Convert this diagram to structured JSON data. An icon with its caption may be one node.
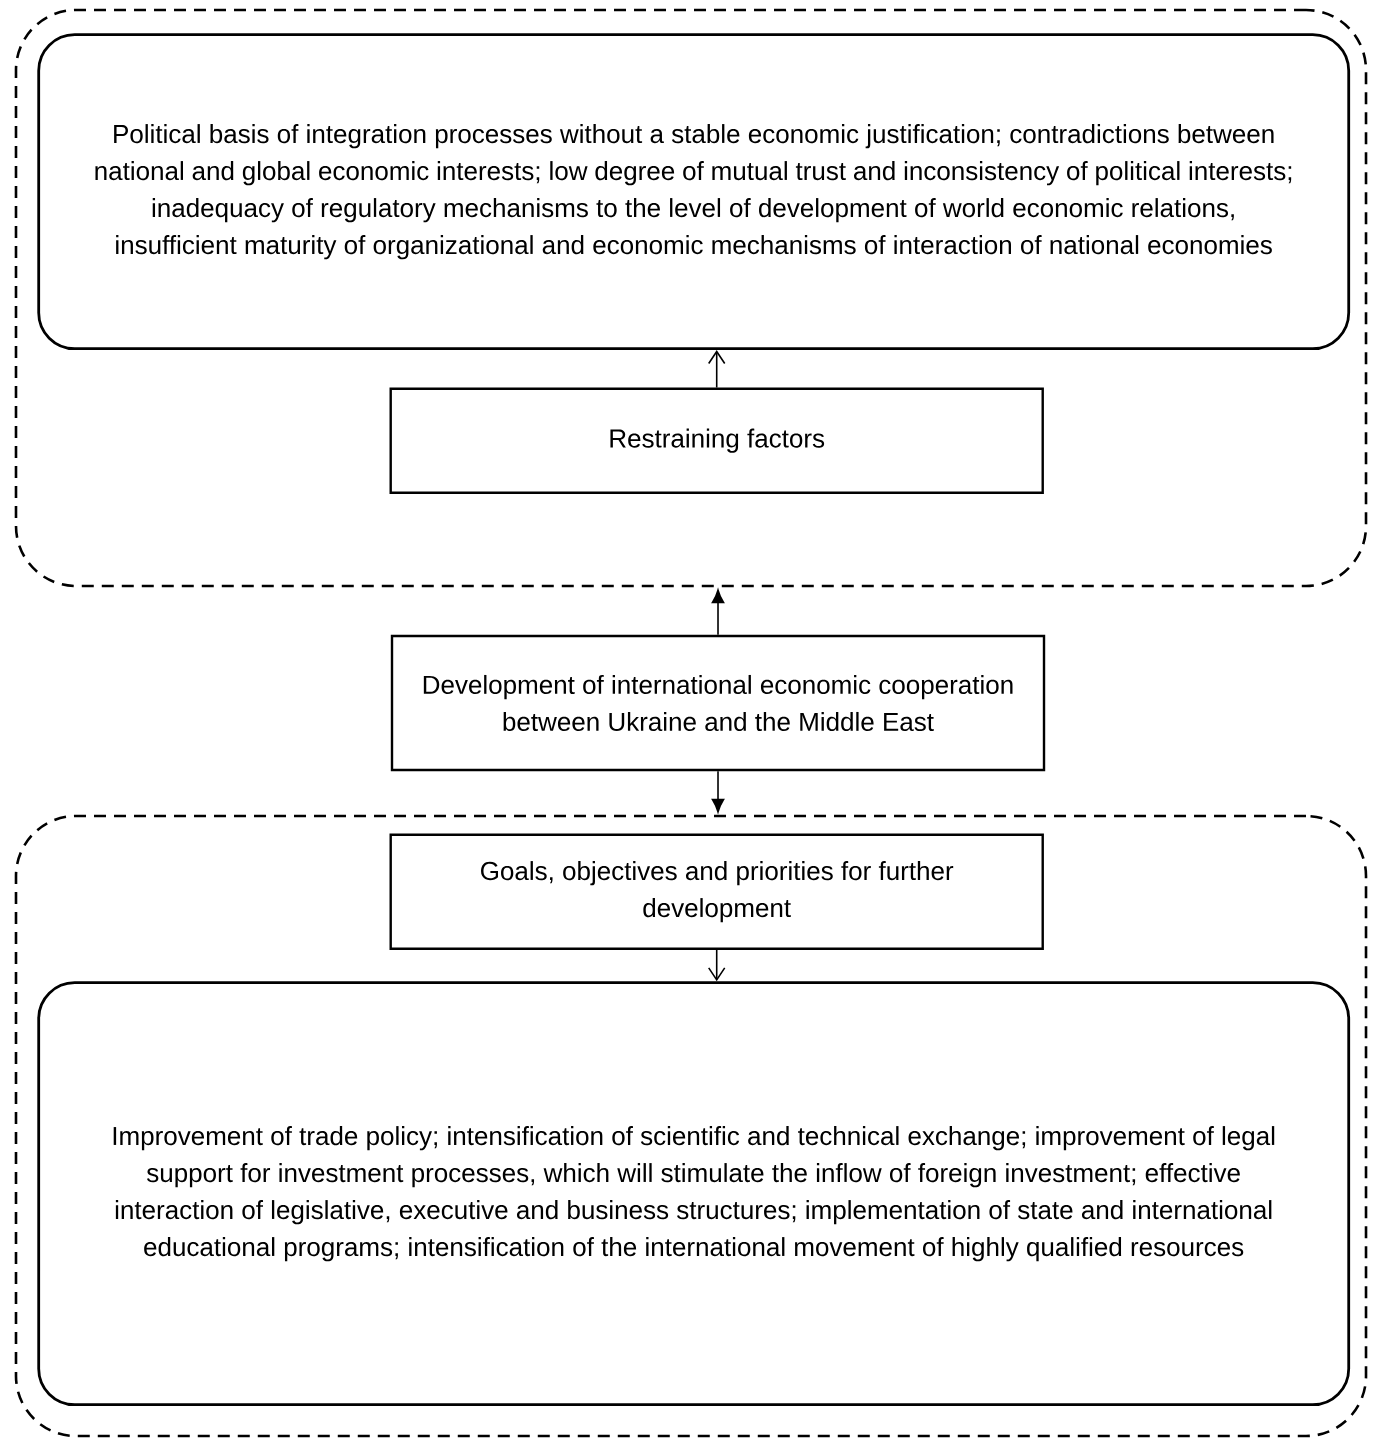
{
  "diagram": {
    "nodes": [
      {
        "text": [],
        "shape": "box"
      },
      {
        "text": [
          "Political basis of integration processes without a stable economic justification; contradictions between national and global economic interests; low degree of mutual trust and inconsistency of political interests; inadequacy of regulatory mechanisms to the level of development of world economic relations, insufficient maturity of organizational and economic mechanisms of interaction of national economies"
        ],
        "in": 0
      },
      {
        "text": [
          "Restraining factors"
        ],
        "in": 0
      },
      {
        "text": [
          "Development of international economic cooperation between Ukraine and the Middle East"
        ]
      },
      {
        "text": [],
        "shape": "box"
      },
      {
        "text": [
          "Goals, objectives and priorities for further development"
        ],
        "in": 4
      },
      {
        "text": [
          "Improvement of trade policy; intensification of scientific and technical exchange; improvement of legal support for investment processes, which will stimulate the inflow of foreign investment; effective interaction of legislative, executive and business structures; implementation of state and international educational programs; intensification of the international movement of highly qualified resources"
        ],
        "in": 4
      }
    ],
    "edges": [
      {
        "from": 2,
        "to": 1,
        "arrow": "to"
      },
      {
        "from": 3,
        "to": 0,
        "arrow": "to"
      },
      {
        "from": 3,
        "to": 4,
        "arrow": "to"
      },
      {
        "from": 5,
        "to": 6,
        "arrow": "to"
      }
    ]
  }
}
